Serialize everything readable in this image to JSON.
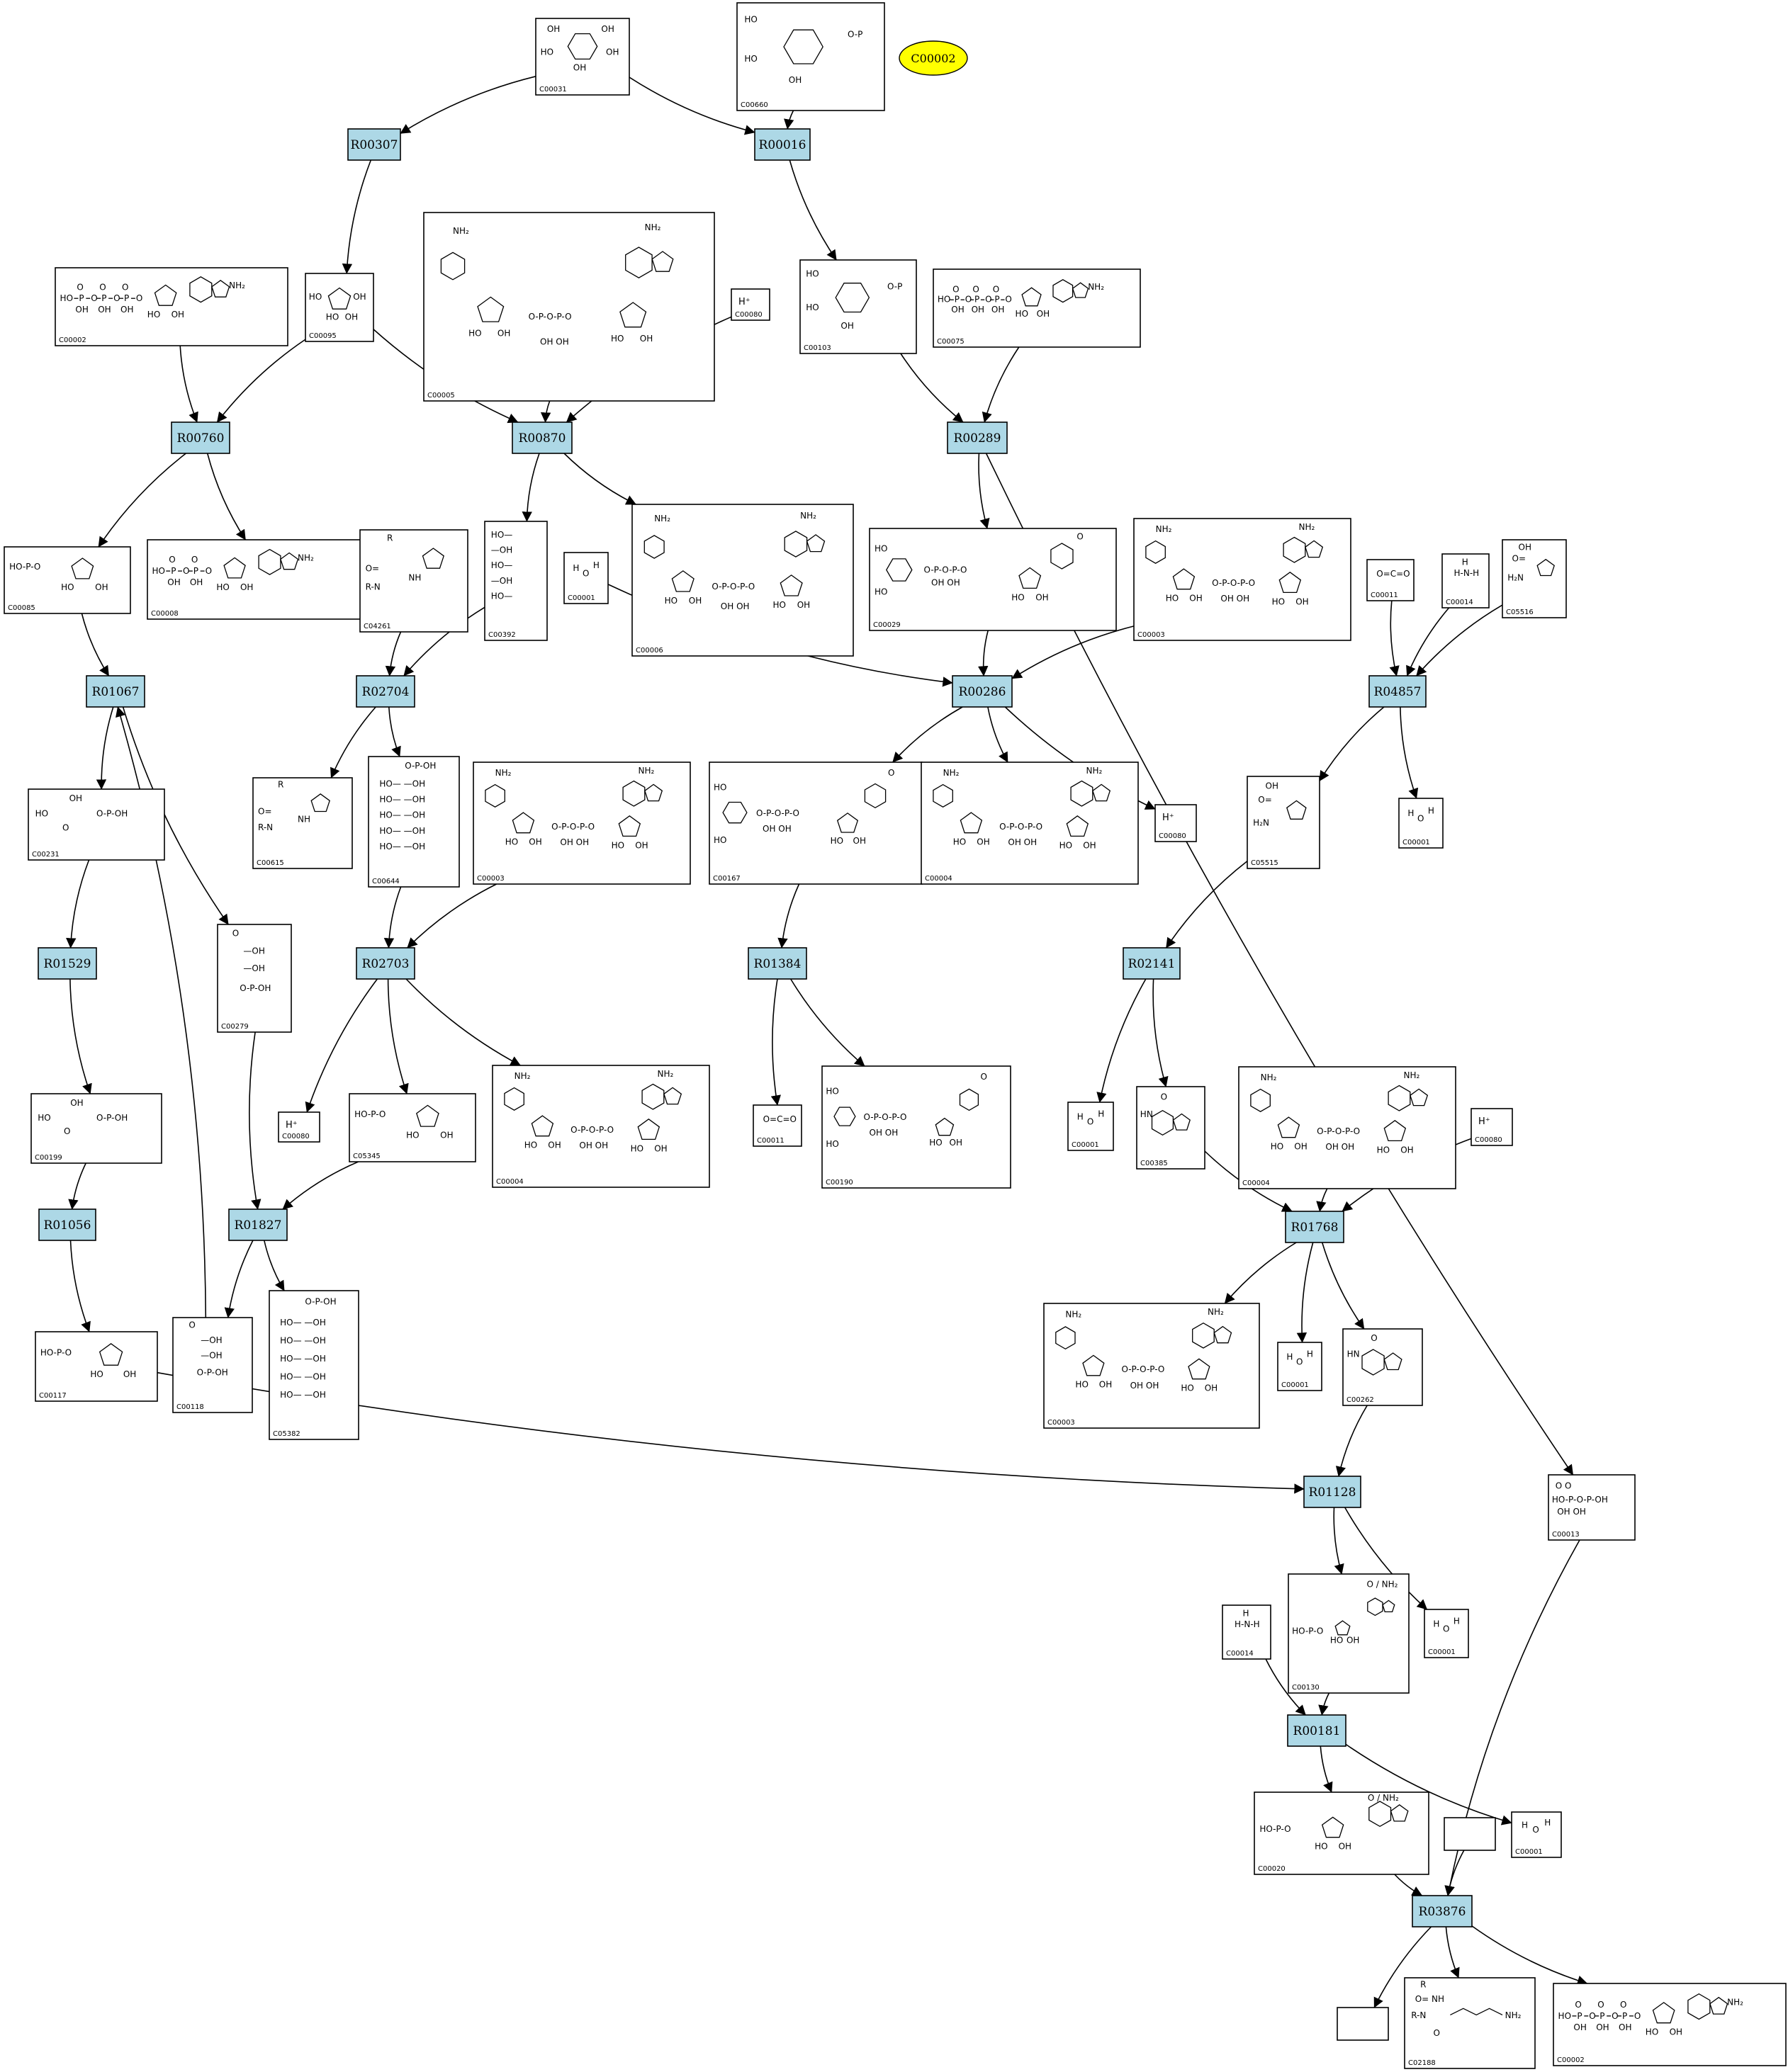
{
  "highlight": {
    "label": "C00002",
    "color": "#ffff00"
  },
  "colors": {
    "reaction_fill": "#add8e6",
    "compound_fill": "#ffffff",
    "edge": "#000000"
  },
  "reactions": [
    {
      "id": "R00307"
    },
    {
      "id": "R00016"
    },
    {
      "id": "R00760"
    },
    {
      "id": "R00870"
    },
    {
      "id": "R00289"
    },
    {
      "id": "R01067"
    },
    {
      "id": "R02704"
    },
    {
      "id": "R00286"
    },
    {
      "id": "R04857"
    },
    {
      "id": "R01529"
    },
    {
      "id": "R02703"
    },
    {
      "id": "R01384"
    },
    {
      "id": "R02141"
    },
    {
      "id": "R01056"
    },
    {
      "id": "R01827"
    },
    {
      "id": "R01768"
    },
    {
      "id": "R01128"
    },
    {
      "id": "R00181"
    },
    {
      "id": "R03876"
    }
  ],
  "compounds": [
    {
      "key": "c00031",
      "label": "C00031",
      "icon": "hexose-ring"
    },
    {
      "key": "c00660",
      "label": "C00660",
      "icon": "hexose-phosphate"
    },
    {
      "key": "c00002a",
      "label": "C00002",
      "icon": "nucleotide-triphosphate"
    },
    {
      "key": "c00095",
      "label": "C00095",
      "icon": "furanose-ring"
    },
    {
      "key": "c00005",
      "label": "C00005",
      "icon": "dinucleotide"
    },
    {
      "key": "c00080a",
      "label": "C00080",
      "text": "H⁺"
    },
    {
      "key": "c00103",
      "label": "C00103",
      "icon": "hexose-phosphate"
    },
    {
      "key": "c00075",
      "label": "C00075",
      "icon": "nucleotide-triphosphate"
    },
    {
      "key": "c00085",
      "label": "C00085",
      "icon": "furanose-phosphate"
    },
    {
      "key": "c00008",
      "label": "C00008",
      "icon": "nucleotide-diphosphate"
    },
    {
      "key": "c04261",
      "label": "C04261",
      "icon": "imidazole-chain"
    },
    {
      "key": "c00392",
      "label": "C00392",
      "icon": "polyol-chain"
    },
    {
      "key": "c00001a",
      "label": "C00001",
      "icon": "water"
    },
    {
      "key": "c00006",
      "label": "C00006",
      "icon": "dinucleotide"
    },
    {
      "key": "c00029",
      "label": "C00029",
      "icon": "sugar-nucleotide"
    },
    {
      "key": "c00003a",
      "label": "C00003",
      "icon": "dinucleotide"
    },
    {
      "key": "c00011a",
      "label": "C00011",
      "icon": "co2"
    },
    {
      "key": "c00014a",
      "label": "C00014",
      "icon": "ammonia"
    },
    {
      "key": "c05516",
      "label": "C05516",
      "icon": "imidazole-carboxamide"
    },
    {
      "key": "c00231",
      "label": "C00231",
      "icon": "ketose-phosphate-chain"
    },
    {
      "key": "c00615",
      "label": "C00615",
      "icon": "imidazole-chain"
    },
    {
      "key": "c00644",
      "label": "C00644",
      "icon": "polyol-phosphate-chain"
    },
    {
      "key": "c00003b",
      "label": "C00003",
      "icon": "dinucleotide"
    },
    {
      "key": "c00167",
      "label": "C00167",
      "icon": "sugar-nucleotide"
    },
    {
      "key": "c00004a",
      "label": "C00004",
      "icon": "dinucleotide"
    },
    {
      "key": "c00080b",
      "label": "C00080",
      "text": "H⁺"
    },
    {
      "key": "c00001b",
      "label": "C00001",
      "icon": "water"
    },
    {
      "key": "c05515",
      "label": "C05515",
      "icon": "imidazole-carboxamide"
    },
    {
      "key": "c00279",
      "label": "C00279",
      "icon": "aldose-phosphate-chain"
    },
    {
      "key": "c00080c",
      "label": "C00080",
      "text": "H⁺"
    },
    {
      "key": "c05345",
      "label": "C05345",
      "icon": "furanose-phosphate"
    },
    {
      "key": "c00004b",
      "label": "C00004",
      "icon": "dinucleotide"
    },
    {
      "key": "c00011b",
      "label": "C00011",
      "icon": "co2"
    },
    {
      "key": "c00190",
      "label": "C00190",
      "icon": "sugar-nucleotide"
    },
    {
      "key": "c00001c",
      "label": "C00001",
      "icon": "water"
    },
    {
      "key": "c00385",
      "label": "C00385",
      "icon": "purine-base"
    },
    {
      "key": "c00004c",
      "label": "C00004",
      "icon": "dinucleotide"
    },
    {
      "key": "c00080d",
      "label": "C00080",
      "text": "H⁺"
    },
    {
      "key": "c00199",
      "label": "C00199",
      "icon": "ketose-phosphate-chain"
    },
    {
      "key": "c00117",
      "label": "C00117",
      "icon": "furanose-phosphate"
    },
    {
      "key": "c00118",
      "label": "C00118",
      "icon": "aldose-phosphate-chain"
    },
    {
      "key": "c05382",
      "label": "C05382",
      "icon": "polyol-phosphate-chain"
    },
    {
      "key": "c00003c",
      "label": "C00003",
      "icon": "dinucleotide"
    },
    {
      "key": "c00001d",
      "label": "C00001",
      "icon": "water"
    },
    {
      "key": "c00262",
      "label": "C00262",
      "icon": "purine-base"
    },
    {
      "key": "c00013",
      "label": "C00013",
      "icon": "pyrophosphate"
    },
    {
      "key": "c00130",
      "label": "C00130",
      "icon": "nucleotide-monophosphate"
    },
    {
      "key": "c00001e",
      "label": "C00001",
      "icon": "water"
    },
    {
      "key": "c00014b",
      "label": "C00014",
      "icon": "ammonia"
    },
    {
      "key": "c00020",
      "label": "C00020",
      "icon": "nucleotide-monophosphate"
    },
    {
      "key": "c00001f",
      "label": "C00001",
      "icon": "water"
    },
    {
      "key": "blank1",
      "label": ""
    },
    {
      "key": "blank2",
      "label": ""
    },
    {
      "key": "c02188",
      "label": "C02188",
      "icon": "lysine-residue"
    },
    {
      "key": "c00002b",
      "label": "C00002",
      "icon": "nucleotide-triphosphate"
    }
  ],
  "edges": [
    [
      "c00031",
      "R00307"
    ],
    [
      "R00307",
      "c00095"
    ],
    [
      "c00031",
      "R00016"
    ],
    [
      "c00660",
      "R00016"
    ],
    [
      "R00016",
      "c00103"
    ],
    [
      "c00002a",
      "R00760"
    ],
    [
      "c00095",
      "R00760"
    ],
    [
      "R00760",
      "c00085"
    ],
    [
      "R00760",
      "c00008"
    ],
    [
      "c00095",
      "R00870"
    ],
    [
      "c00005",
      "R00870"
    ],
    [
      "c00080a",
      "R00870"
    ],
    [
      "R00870",
      "c00392"
    ],
    [
      "R00870",
      "c00006"
    ],
    [
      "c00103",
      "R00289"
    ],
    [
      "c00075",
      "R00289"
    ],
    [
      "R00289",
      "c00029"
    ],
    [
      "R00289",
      "c00013"
    ],
    [
      "c00085",
      "R01067"
    ],
    [
      "R01067",
      "c00231"
    ],
    [
      "R01067",
      "c00279"
    ],
    [
      "c04261",
      "R02704"
    ],
    [
      "c00392",
      "R02704"
    ],
    [
      "R02704",
      "c00615"
    ],
    [
      "R02704",
      "c00644"
    ],
    [
      "c00001a",
      "R00286"
    ],
    [
      "c00029",
      "R00286"
    ],
    [
      "c00003a",
      "R00286"
    ],
    [
      "R00286",
      "c00167"
    ],
    [
      "R00286",
      "c00004a"
    ],
    [
      "R00286",
      "c00080b"
    ],
    [
      "c00011a",
      "R04857"
    ],
    [
      "c00014a",
      "R04857"
    ],
    [
      "c05516",
      "R04857"
    ],
    [
      "R04857",
      "c05515"
    ],
    [
      "R04857",
      "c00001b"
    ],
    [
      "c00231",
      "R01529"
    ],
    [
      "R01529",
      "c00199"
    ],
    [
      "c00644",
      "R02703"
    ],
    [
      "c00003b",
      "R02703"
    ],
    [
      "R02703",
      "c00080c"
    ],
    [
      "R02703",
      "c05345"
    ],
    [
      "R02703",
      "c00004b"
    ],
    [
      "c00167",
      "R01384"
    ],
    [
      "R01384",
      "c00011b"
    ],
    [
      "R01384",
      "c00190"
    ],
    [
      "c05515",
      "R02141"
    ],
    [
      "R02141",
      "c00001c"
    ],
    [
      "R02141",
      "c00385"
    ],
    [
      "c00199",
      "R01056"
    ],
    [
      "R01056",
      "c00117"
    ],
    [
      "c00279",
      "R01827"
    ],
    [
      "c05345",
      "R01827"
    ],
    [
      "R01827",
      "c00118"
    ],
    [
      "R01827",
      "c05382"
    ],
    [
      "c00118",
      "R01067"
    ],
    [
      "c00385",
      "R01768"
    ],
    [
      "c00004c",
      "R01768"
    ],
    [
      "c00080d",
      "R01768"
    ],
    [
      "R01768",
      "c00003c"
    ],
    [
      "R01768",
      "c00001d"
    ],
    [
      "R01768",
      "c00262"
    ],
    [
      "c00117",
      "R01128"
    ],
    [
      "c00262",
      "R01128"
    ],
    [
      "R01128",
      "c00130"
    ],
    [
      "R01128",
      "c00001e"
    ],
    [
      "c00130",
      "R00181"
    ],
    [
      "c00014b",
      "R00181"
    ],
    [
      "R00181",
      "c00020"
    ],
    [
      "R00181",
      "c00001f"
    ],
    [
      "c00020",
      "R03876"
    ],
    [
      "blank1",
      "R03876"
    ],
    [
      "c00013",
      "R03876"
    ],
    [
      "R03876",
      "blank2"
    ],
    [
      "R03876",
      "c02188"
    ],
    [
      "R03876",
      "c00002b"
    ]
  ]
}
